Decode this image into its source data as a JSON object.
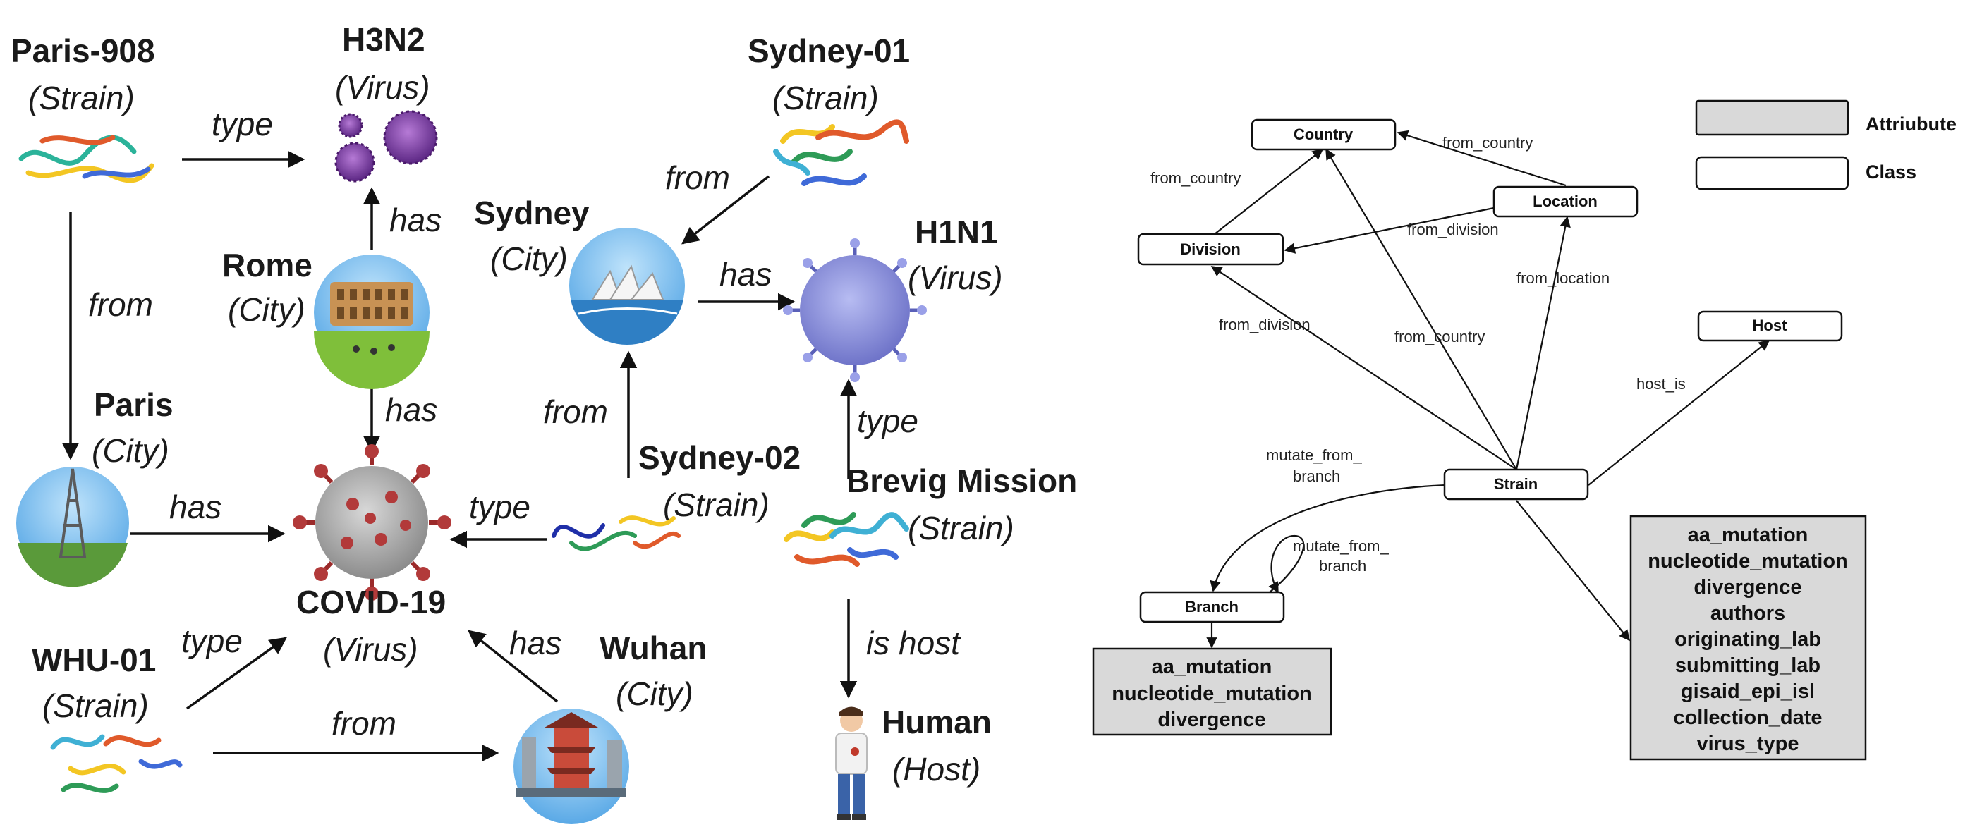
{
  "knowledge_graph": {
    "entities": {
      "paris908": {
        "name": "Paris-908",
        "type": "(Strain)"
      },
      "h3n2": {
        "name": "H3N2",
        "type": "(Virus)"
      },
      "sydney01": {
        "name": "Sydney-01",
        "type": "(Strain)"
      },
      "sydney": {
        "name": "Sydney",
        "type": "(City)"
      },
      "h1n1": {
        "name": "H1N1",
        "type": "(Virus)"
      },
      "rome": {
        "name": "Rome",
        "type": "(City)"
      },
      "paris": {
        "name": "Paris",
        "type": "(City)"
      },
      "covid": {
        "name": "COVID-19",
        "type": "(Virus)"
      },
      "sydney02": {
        "name": "Sydney-02",
        "type": "(Strain)"
      },
      "brevig": {
        "name": "Brevig Mission",
        "type": "(Strain)"
      },
      "whu01": {
        "name": "WHU-01",
        "type": "(Strain)"
      },
      "wuhan": {
        "name": "Wuhan",
        "type": "(City)"
      },
      "human": {
        "name": "Human",
        "type": "(Host)"
      }
    },
    "relations": {
      "paris908_h3n2": "type",
      "paris908_paris": "from",
      "rome_h3n2": "has",
      "rome_covid": "has",
      "paris_covid": "has",
      "sydney01_sydney": "from",
      "sydney_h1n1": "has",
      "sydney02_sydney": "from",
      "sydney02_covid": "type",
      "brevig_h1n1": "type",
      "brevig_human": "is host",
      "whu01_covid": "type",
      "whu01_wuhan": "from",
      "wuhan_covid": "has"
    },
    "colors": {
      "virus_purple": "#7a3fa0",
      "h1n1_blue": "#7f86d6",
      "covid_red": "#b23a3a",
      "sky_blue": "#5aa9e6"
    }
  },
  "schema": {
    "legend": {
      "attribute": "Attriubute",
      "class": "Class"
    },
    "classes": {
      "country": "Country",
      "location": "Location",
      "division": "Division",
      "host": "Host",
      "strain": "Strain",
      "branch": "Branch"
    },
    "edges": {
      "location_country": "from_country",
      "division_country": "from_country",
      "location_division": "from_division",
      "strain_location": "from_location",
      "strain_division": "from_division",
      "strain_country": "from_country",
      "strain_host": "host_is",
      "strain_branch": [
        "mutate_from_",
        "branch"
      ],
      "branch_self": [
        "mutate_from_",
        "branch"
      ]
    },
    "branch_attributes": [
      "aa_mutation",
      "nucleotide_mutation",
      "divergence"
    ],
    "strain_attributes": [
      "aa_mutation",
      "nucleotide_mutation",
      "divergence",
      "authors",
      "originating_lab",
      "submitting_lab",
      "gisaid_epi_isl",
      "collection_date",
      "virus_type"
    ],
    "colors": {
      "attribute_fill": "#d9d9d9",
      "class_fill": "#ffffff",
      "stroke": "#111111"
    }
  }
}
